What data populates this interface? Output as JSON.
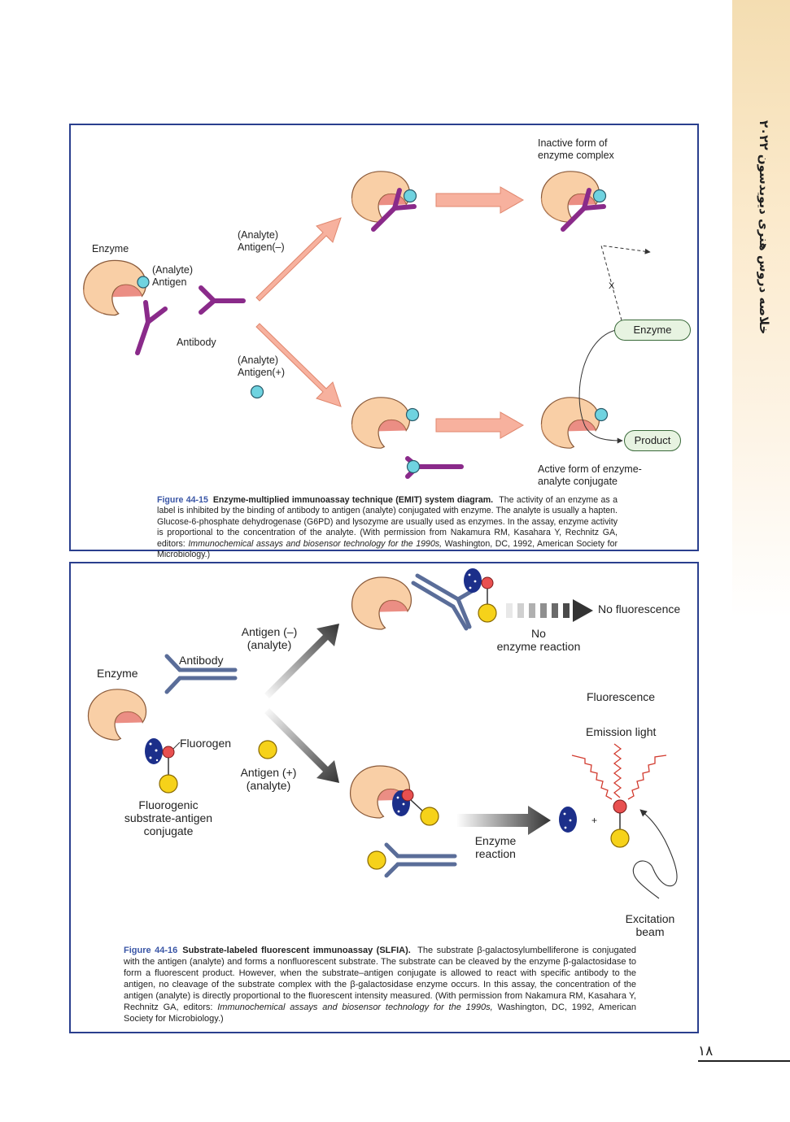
{
  "side_title": "خلاصه دروس هنری دیویدسون ۲۰۲۲",
  "page_number": "۱۸",
  "figure1": {
    "labels": {
      "enzyme": "Enzyme",
      "analyte_antigen": [
        "(Analyte)",
        "Antigen"
      ],
      "antibody": "Antibody",
      "antigen_minus": [
        "(Analyte)",
        "Antigen(–)"
      ],
      "antigen_plus": [
        "(Analyte)",
        "Antigen(+)"
      ],
      "inactive": [
        "Inactive form of",
        "enzyme complex"
      ],
      "x_mark": "X",
      "enzyme_pill": "Enzyme",
      "product_pill": "Product",
      "active": [
        "Active form of enzyme-",
        "analyte conjugate"
      ]
    },
    "caption": {
      "figure_no": "Figure 44-15",
      "title": "Enzyme-multiplied immunoassay technique (EMIT) system diagram.",
      "body_plain": "The activity of an enzyme as a label is inhibited by the binding of antibody to antigen (analyte) conjugated with enzyme. The analyte is usually a hapten. Glucose-6-phosphate dehydrogenase (G6PD) and lysozyme are usually used as enzymes. In the assay, enzyme activity is proportional to the concentration of the analyte. (With permission from Nakamura RM, Kasahara Y, Rechnitz GA, editors:",
      "body_italic": "Immunochemical assays and biosensor technology for the 1990s,",
      "body_end": "Washington, DC, 1992, American Society for Microbiology.)"
    }
  },
  "figure2": {
    "labels": {
      "enzyme": "Enzyme",
      "antibody": "Antibody",
      "fluorogen": "Fluorogen",
      "conjugate": [
        "Fluorogenic",
        "substrate-antigen",
        "conjugate"
      ],
      "antigen_minus": [
        "Antigen (–)",
        "(analyte)"
      ],
      "antigen_plus": [
        "Antigen (+)",
        "(analyte)"
      ],
      "no_fluorescence": "No fluorescence",
      "no_reaction": [
        "No",
        "enzyme reaction"
      ],
      "fluorescence": "Fluorescence",
      "emission": "Emission light",
      "plus_sign": "+",
      "enzyme_reaction": [
        "Enzyme",
        "reaction"
      ],
      "excitation": [
        "Excitation",
        "beam"
      ]
    },
    "caption": {
      "figure_no": "Figure 44-16",
      "title": "Substrate-labeled fluorescent immunoassay (SLFIA).",
      "body_plain": "The substrate β-galactosylumbelliferone is conjugated with the antigen (analyte) and forms a nonfluorescent substrate. The substrate can be cleaved by the enzyme β-galactosidase to form a fluorescent product. However, when the substrate–antigen conjugate is allowed to react with specific antibody to the antigen, no cleavage of the substrate complex with the β-galactosidase enzyme occurs. In this assay, the concentration of the antigen (analyte) is directly proportional to the fluorescent intensity measured. (With permission from Nakamura RM, Kasahara Y, Rechnitz GA, editors:",
      "body_italic": "Immunochemical assays and biosensor technology for the 1990s,",
      "body_end": "Washington, DC, 1992, American Society for Microbiology.)"
    }
  },
  "colors": {
    "frame": "#2a3f8e",
    "enzyme_fill": "#f9cfa6",
    "enzyme_edge": "#8a5a3a",
    "antibody_purple": "#8a2a8a",
    "antibody_slate": "#5a6d99",
    "antigen_cyan": "#6fd3e0",
    "arrow_salmon": "#f7b19e",
    "antigen_yellow": "#f6d21a",
    "fluorogen_navy": "#1c2f8a",
    "emission_red": "#d23b2f"
  }
}
